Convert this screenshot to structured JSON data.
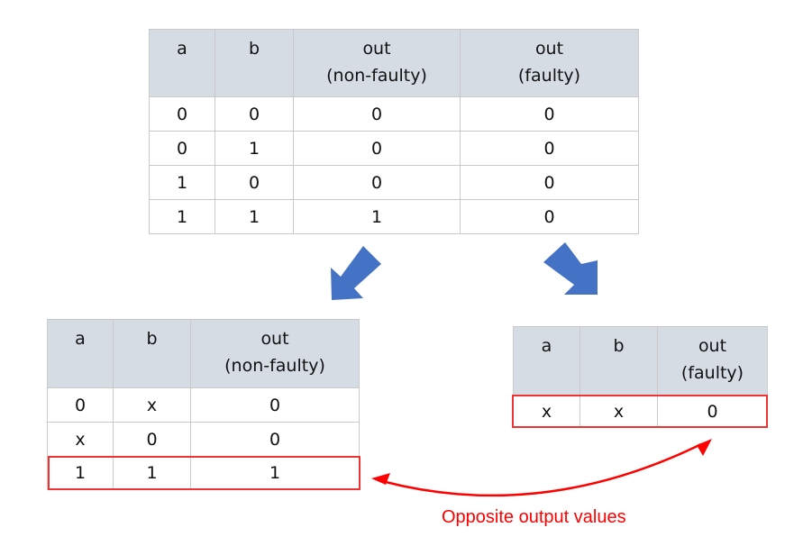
{
  "top_table": {
    "headers": [
      "a",
      "b",
      "out\n(non-faulty)",
      "out\n(faulty)"
    ],
    "header_lines": [
      [
        "a",
        ""
      ],
      [
        "b",
        ""
      ],
      [
        "out",
        "(non-faulty)"
      ],
      [
        "out",
        "(faulty)"
      ]
    ],
    "rows": [
      [
        "0",
        "0",
        "0",
        "0"
      ],
      [
        "0",
        "1",
        "0",
        "0"
      ],
      [
        "1",
        "0",
        "0",
        "0"
      ],
      [
        "1",
        "1",
        "1",
        "0"
      ]
    ]
  },
  "left_table": {
    "header_lines": [
      [
        "a",
        ""
      ],
      [
        "b",
        ""
      ],
      [
        "out",
        "(non-faulty)"
      ]
    ],
    "rows": [
      [
        "0",
        "x",
        "0"
      ],
      [
        "x",
        "0",
        "0"
      ],
      [
        "1",
        "1",
        "1"
      ]
    ],
    "highlighted_row": 2
  },
  "right_table": {
    "header_lines": [
      [
        "a",
        ""
      ],
      [
        "b",
        ""
      ],
      [
        "out",
        "(faulty)"
      ]
    ],
    "rows": [
      [
        "x",
        "x",
        "0"
      ]
    ],
    "highlighted_row": 0
  },
  "annotation": {
    "caption": "Opposite output values",
    "color": "#ff0000"
  },
  "colors": {
    "header_bg": "#d6dce4",
    "arrow_blue": "#4472c4",
    "highlight_red": "#ee3333"
  }
}
